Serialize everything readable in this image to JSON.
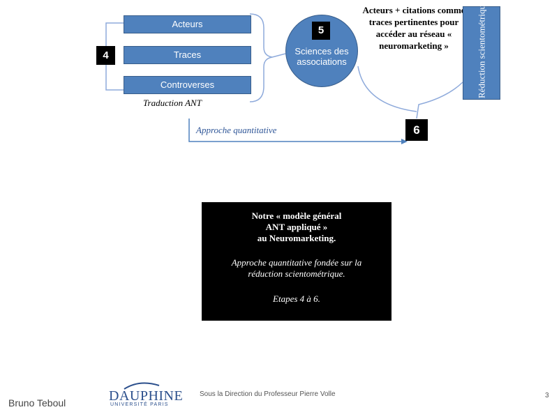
{
  "diagram": {
    "bars": [
      "Acteurs",
      "Traces",
      "Controverses"
    ],
    "label_traduction": "Traduction ANT",
    "step4": "4",
    "step5": "5",
    "step6": "6",
    "circle_label": "Sciences des associations",
    "acteurs_text": "Acteurs + citations comme  traces pertinentes pour accéder au réseau « neuromarketing »",
    "reduction_label": "Réduction scientométrique",
    "approche_label": "Approche quantitative"
  },
  "summary_box": {
    "title": "Notre « modèle général\nANT appliqué »\nau Neuromarketing.",
    "body": "Approche quantitative fondée sur la\nréduction scientométrique.",
    "steps": "Etapes 4 à 6."
  },
  "footer": {
    "author": "Bruno Teboul",
    "logo_name": "DAUPHINE",
    "logo_sub": "UNIVERSITÉ PARIS",
    "direction": "Sous la Direction du Professeur Pierre Volle",
    "page": "3"
  },
  "colors": {
    "box_blue": "#4f81bd",
    "box_border": "#385d8a",
    "connector": "#8eaadb",
    "logo_blue": "#2b4f8c"
  }
}
